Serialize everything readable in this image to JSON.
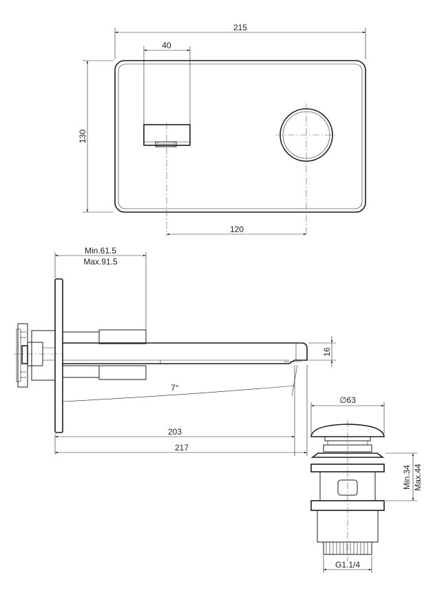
{
  "top_view": {
    "width_label": "215",
    "spout_width_label": "40",
    "height_label": "130",
    "center_distance_label": "120"
  },
  "side_view": {
    "depth_min_label": "Min.61.5",
    "depth_max_label": "Max.91.5",
    "spout_height_label": "16",
    "angle_label": "7°",
    "reach_label": "203",
    "total_length_label": "217"
  },
  "drain_view": {
    "diameter_label": "∅63",
    "height_min_label": "Min.34",
    "height_max_label": "Max.44",
    "thread_label": "G1.1/4"
  },
  "colors": {
    "line": "#1a1a1a",
    "background": "#ffffff"
  }
}
